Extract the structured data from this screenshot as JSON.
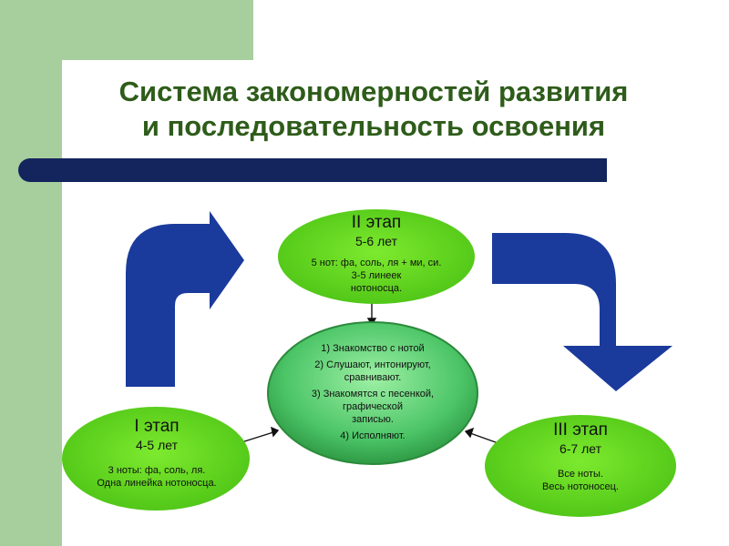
{
  "title": {
    "line1": "Система закономерностей развития",
    "line2": "и последовательность освоения"
  },
  "stages": {
    "stage1": {
      "name": "I этап",
      "age": "4-5 лет",
      "desc1": "3 ноты: фа, соль, ля.",
      "desc2": "Одна линейка нотоносца."
    },
    "stage2": {
      "name": "II этап",
      "age": "5-6 лет",
      "desc1": "5 нот: фа, соль, ля + ми, си.",
      "desc2": "3-5 линеек",
      "desc3": "нотоносца."
    },
    "stage3": {
      "name": "III этап",
      "age": "6-7 лет",
      "desc1": "Все ноты.",
      "desc2": "Весь нотоносец."
    }
  },
  "center": {
    "item1": "1) Знакомство с нотой",
    "item2a": "2) Слушают, интонируют,",
    "item2b": "сравнивают.",
    "item3a": "3) Знакомятся с песенкой,",
    "item3b": "графической",
    "item3c": "записью.",
    "item4": "4) Исполняют."
  },
  "colors": {
    "accent_green": "#5fd31e",
    "center_green": "#3fbd5a",
    "arrow_blue": "#1a3a9c",
    "rule_navy": "#14245c",
    "title_green": "#2e5c1a",
    "side_green": "#a7cf9e"
  }
}
